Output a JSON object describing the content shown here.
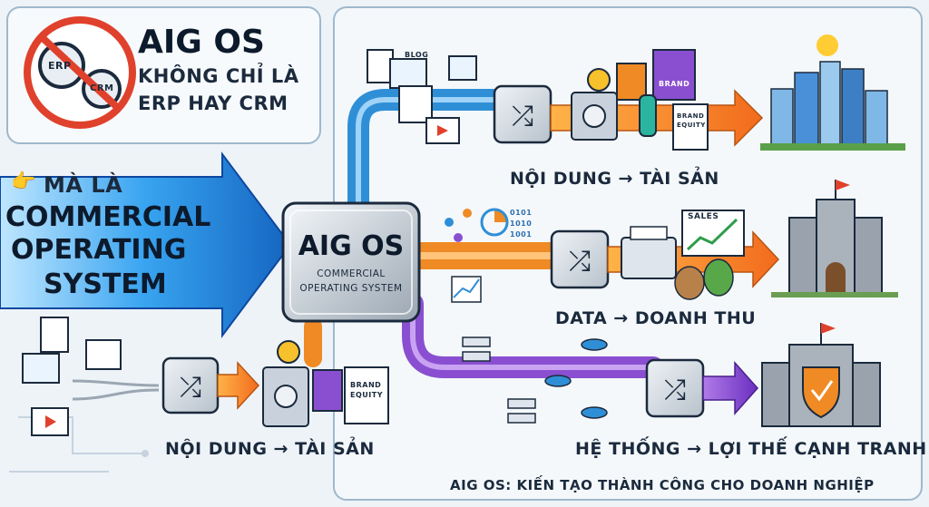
{
  "title_box": {
    "heading": "AIG OS",
    "line1": "KHÔNG CHỈ LÀ",
    "line2": "ERP HAY CRM",
    "erp_label": "ERP",
    "crm_label": "CRM"
  },
  "left_arrow": {
    "lead": "MÀ LÀ",
    "line1": "COMMERCIAL",
    "line2": "OPERATING",
    "line3": "SYSTEM"
  },
  "core": {
    "title": "AIG OS",
    "subtitle1": "COMMERCIAL",
    "subtitle2": "OPERATING SYSTEM"
  },
  "flows": {
    "top_caption": "NỘI DUNG → TÀI SẢN",
    "middle_caption": "DATA → DOANH THU",
    "bottom_caption": "HỆ THỐNG → LỢI THẾ CẠNH TRANH",
    "left_caption": "NỘI DUNG → TÀI SẢN"
  },
  "labels": {
    "blog": "BLOG",
    "brand": "BRAND",
    "brand_equity_1": "BRAND",
    "brand_equity_2": "EQUITY",
    "sales": "SALES",
    "binary_1": "0101",
    "binary_2": "1010",
    "binary_3": "1001"
  },
  "footer": "AIG OS: KIẾN TẠO THÀNH CÔNG CHO DOANH NGHIỆP",
  "colors": {
    "pipe_blue": "#2f8fd6",
    "pipe_orange": "#f08a24",
    "pipe_purple": "#8a4fd1",
    "arrow_blue": "#1e88e5",
    "core_silver": "#c9d2dc"
  }
}
